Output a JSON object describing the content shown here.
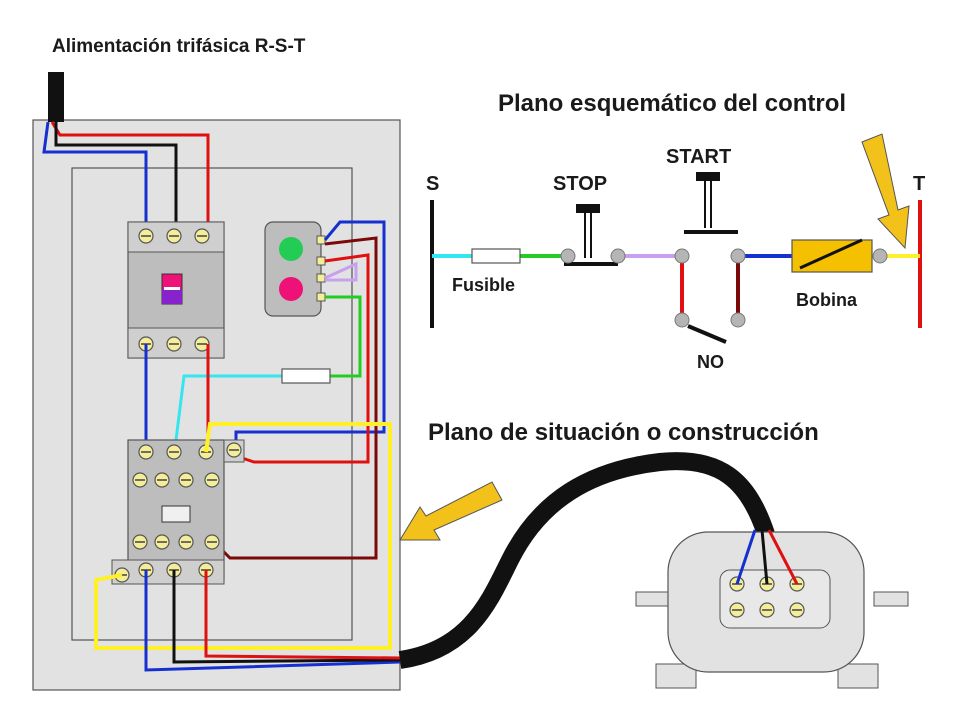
{
  "labels": {
    "supply": "Alimentación trifásica R-S-T",
    "control_title": "Plano esquemático del control",
    "situation_title": "Plano de situación o construcción",
    "S": "S",
    "T": "T",
    "stop": "STOP",
    "start": "START",
    "fuse": "Fusible",
    "coil": "Bobina",
    "no": "NO"
  },
  "colors": {
    "phase_R": "#e01010",
    "phase_S": "#111111",
    "phase_T": "#1530d0",
    "cyan_wire": "#33e6f0",
    "green_wire": "#22cc22",
    "lilac_wire": "#c8a0f0",
    "maroon_wire": "#7a0a0a",
    "yellow_wire": "#fff02a",
    "arrow_fill": "#f2c21a",
    "panel": "#e2e2e2",
    "coil_fill": "#f5c000",
    "start_lamp": "#22cc55",
    "stop_lamp": "#ee1177"
  },
  "icons": [
    "fuse-icon",
    "coil-icon",
    "pushbutton-icon",
    "motor-icon",
    "arrow-icon",
    "terminal-screw-icon"
  ]
}
